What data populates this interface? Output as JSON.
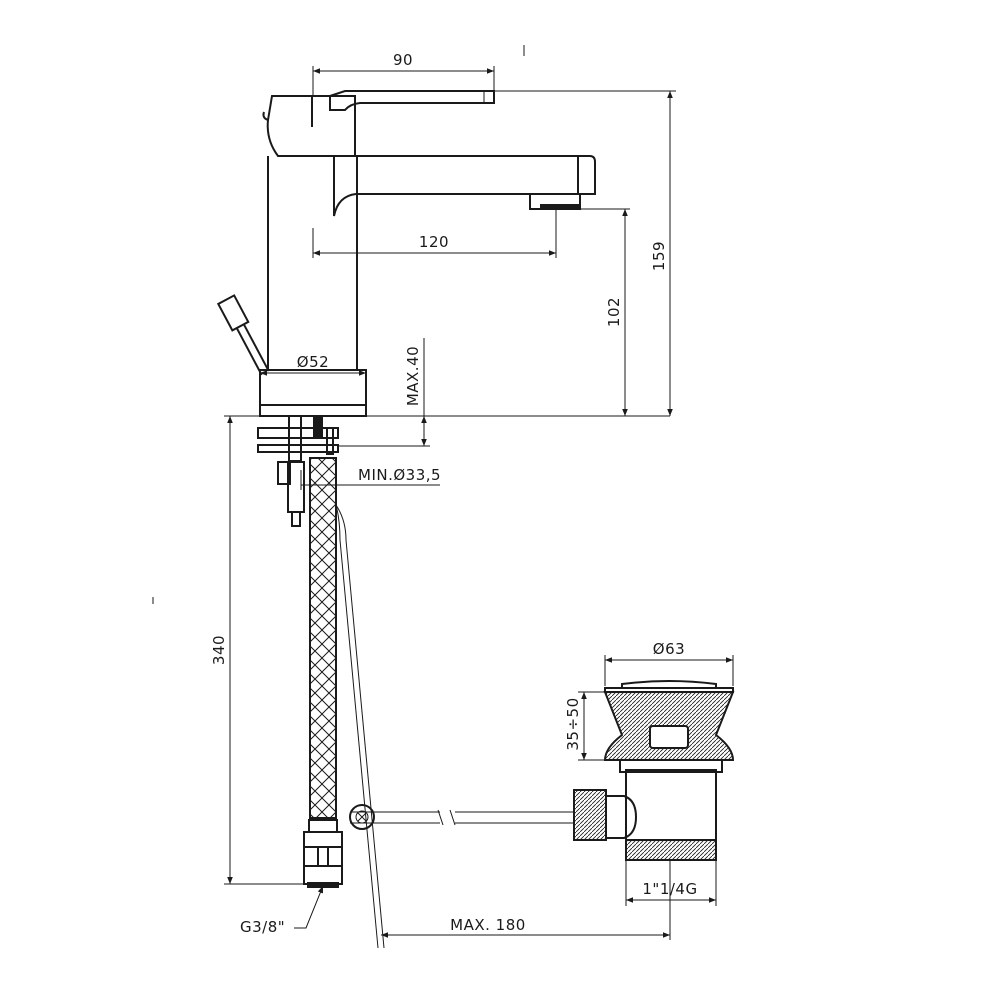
{
  "dimensions": {
    "spout_top_length": "90",
    "spout_reach": "120",
    "total_height": "159",
    "spout_height": "102",
    "base_diameter": "Ø52",
    "max_deck_thickness": "MAX.40",
    "min_hole_diameter": "MIN.Ø33,5",
    "hose_length": "340",
    "hose_connection": "G3/8\"",
    "rod_length": "MAX. 180",
    "waste_diameter": "Ø63",
    "waste_adjust_range": "35÷50",
    "waste_thread": "1\"1/4G"
  },
  "colors": {
    "line": "#1a1a1a",
    "background": "#ffffff"
  }
}
